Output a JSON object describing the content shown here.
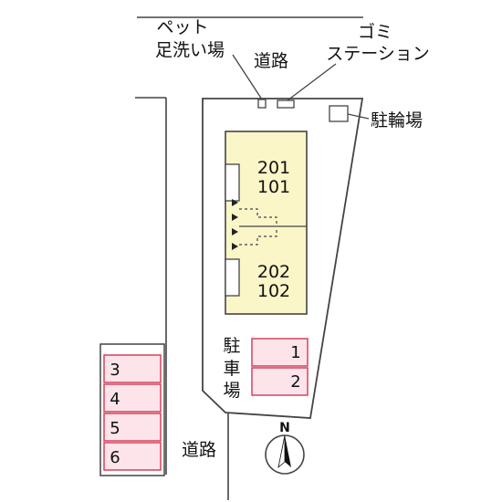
{
  "labels": {
    "pet_wash_line1": "ペット",
    "pet_wash_line2": "足洗い場",
    "road_top": "道路",
    "garbage_line1": "ゴミ",
    "garbage_line2": "ステーション",
    "bicycle_parking": "駐輪場",
    "parking_line1": "駐",
    "parking_line2": "車",
    "parking_line3": "場",
    "road_bottom": "道路",
    "north": "N"
  },
  "units": {
    "upper_1": "201",
    "upper_2": "101",
    "lower_1": "202",
    "lower_2": "102"
  },
  "parking_spaces": [
    "1",
    "2",
    "3",
    "4",
    "5",
    "6"
  ],
  "colors": {
    "building_fill": "#fbf6c8",
    "parking_fill": "#fce4ea",
    "parking_stroke": "#d3435d",
    "line": "#444444"
  }
}
